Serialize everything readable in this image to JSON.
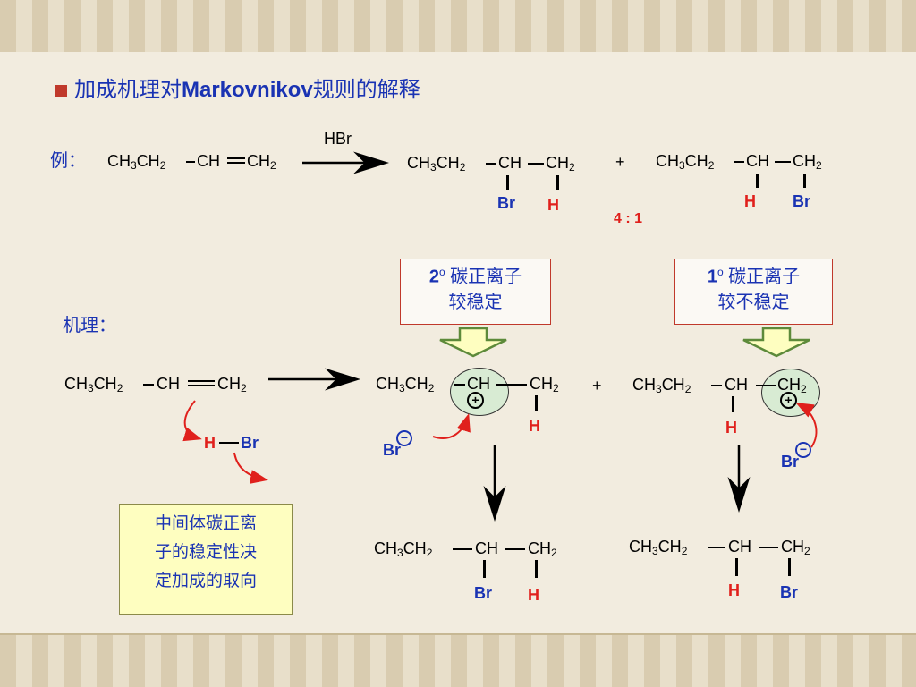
{
  "title": {
    "pre": "加成机理对",
    "mid": "Markovnikov",
    "post": "规则的解释"
  },
  "example_label": "例：",
  "mechanism_label": "机理：",
  "reagent": {
    "h": "H",
    "br": "Br"
  },
  "ratio": "4 : 1",
  "plus": "+",
  "chem": {
    "ch3ch": "CH",
    "three": "3",
    "ch2": "CH",
    "two": "2",
    "ch": "CH",
    "br": "Br",
    "h": "H"
  },
  "box_secondary": {
    "deg": "2",
    "sup": "o",
    "line1": " 碳正离子",
    "line2": "较稳定"
  },
  "box_primary": {
    "deg": "1",
    "sup": "o",
    "line1": " 碳正离子",
    "line2": "较不稳定"
  },
  "note": {
    "line1": "中间体碳正离",
    "line2": "子的稳定性决",
    "line3": "定加成的取向"
  }
}
